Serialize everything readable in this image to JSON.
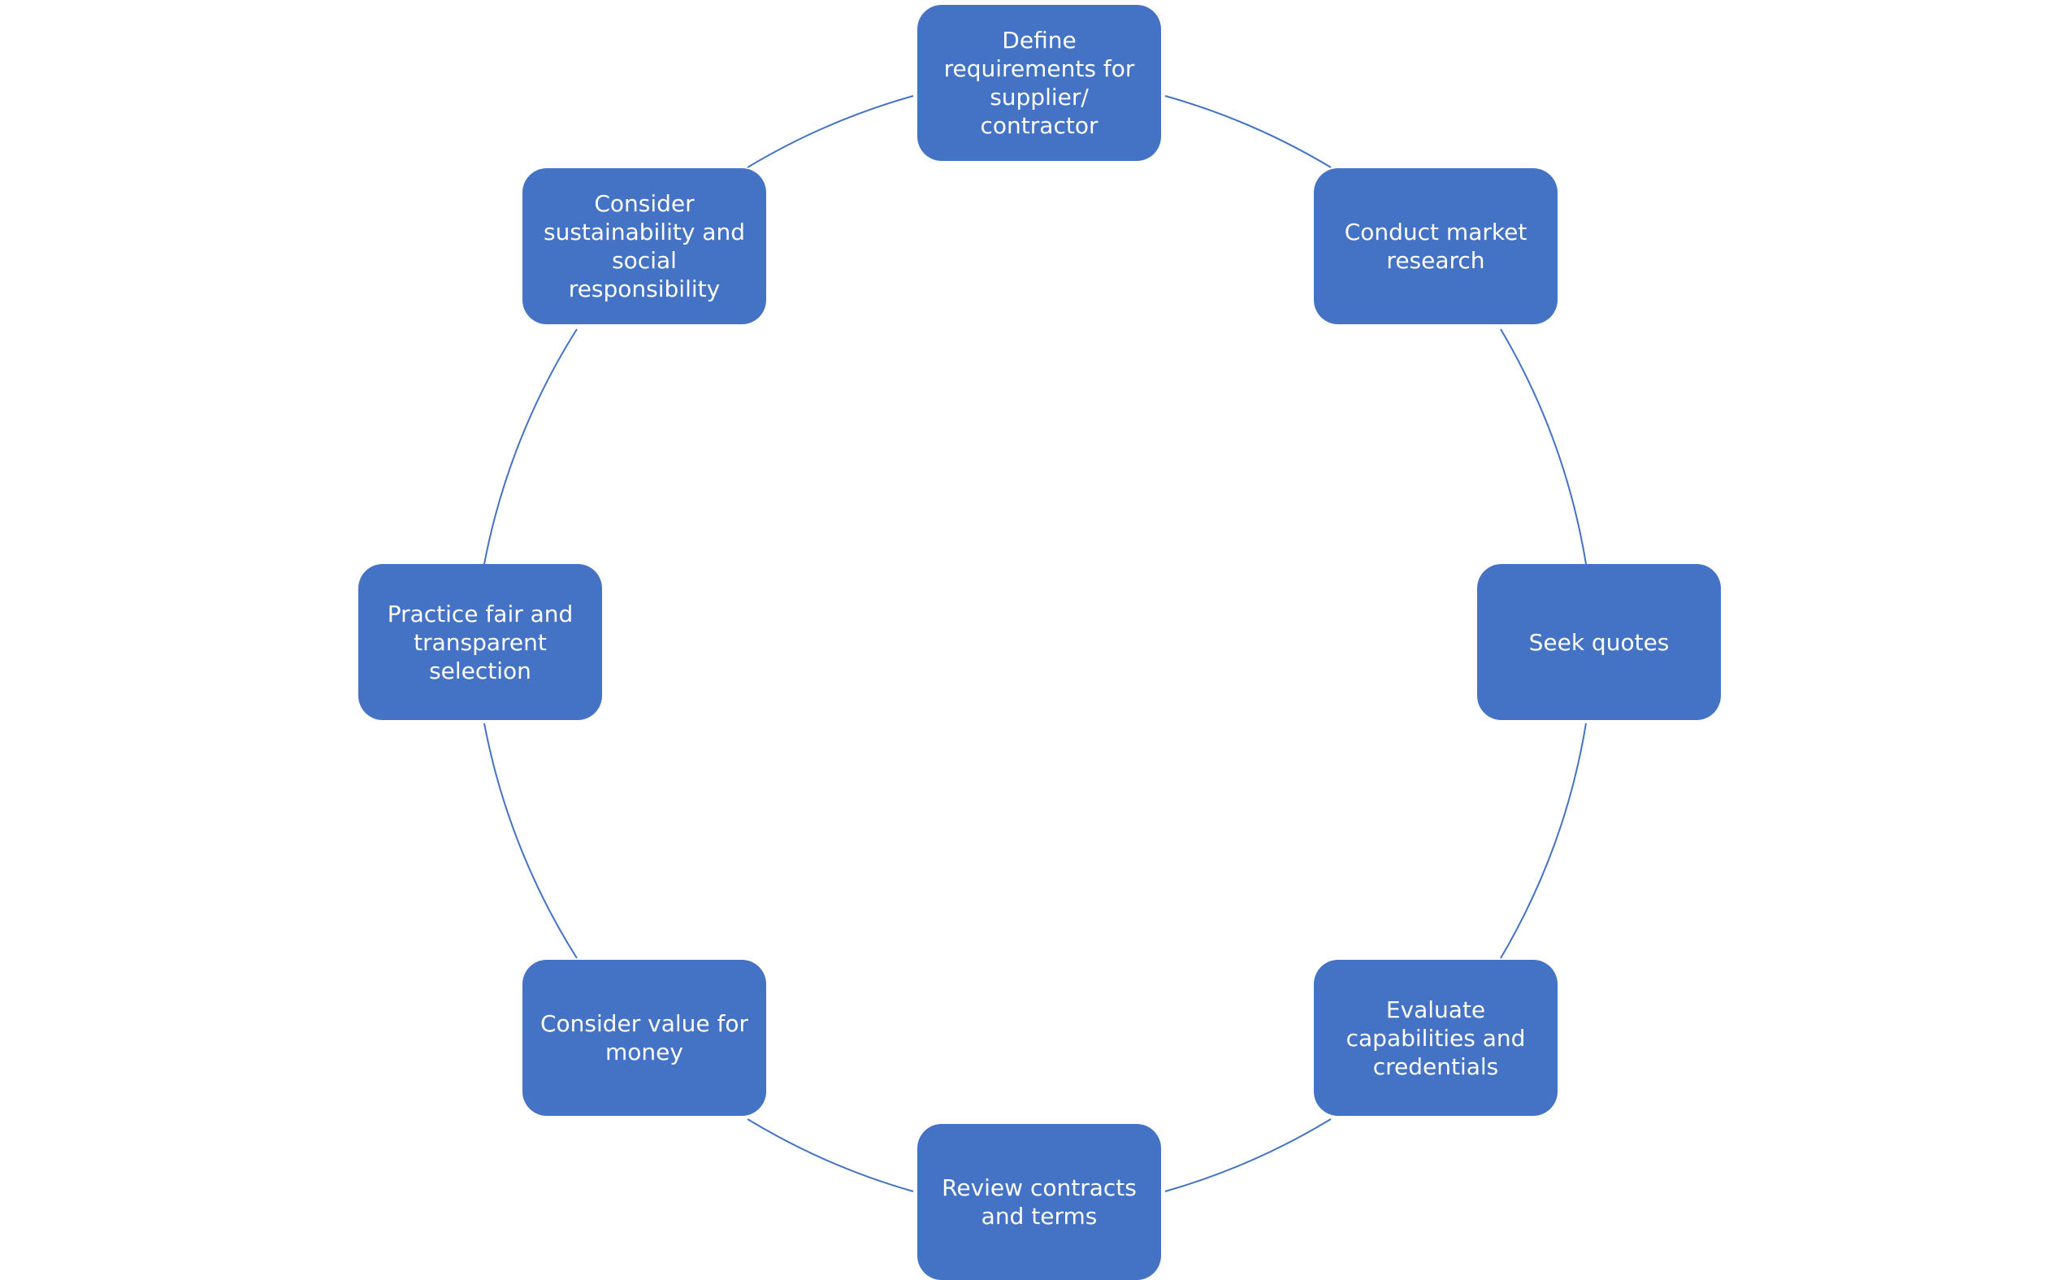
{
  "diagram": {
    "type": "cycle",
    "colors": {
      "node_fill": "#4472C4",
      "connector_stroke": "#4472C4",
      "node_text": "#FFFFFF"
    },
    "steps": [
      {
        "id": "define-requirements",
        "label": "Define requirements for supplier/ contractor"
      },
      {
        "id": "conduct-market-research",
        "label": "Conduct market research"
      },
      {
        "id": "seek-quotes",
        "label": "Seek quotes"
      },
      {
        "id": "evaluate-capabilities",
        "label": "Evaluate capabilities and credentials"
      },
      {
        "id": "review-contracts",
        "label": "Review contracts and terms"
      },
      {
        "id": "consider-value",
        "label": "Consider value for money"
      },
      {
        "id": "fair-selection",
        "label": "Practice fair and transparent selection"
      },
      {
        "id": "sustainability",
        "label": "Consider sustainability and social responsibility"
      }
    ]
  }
}
